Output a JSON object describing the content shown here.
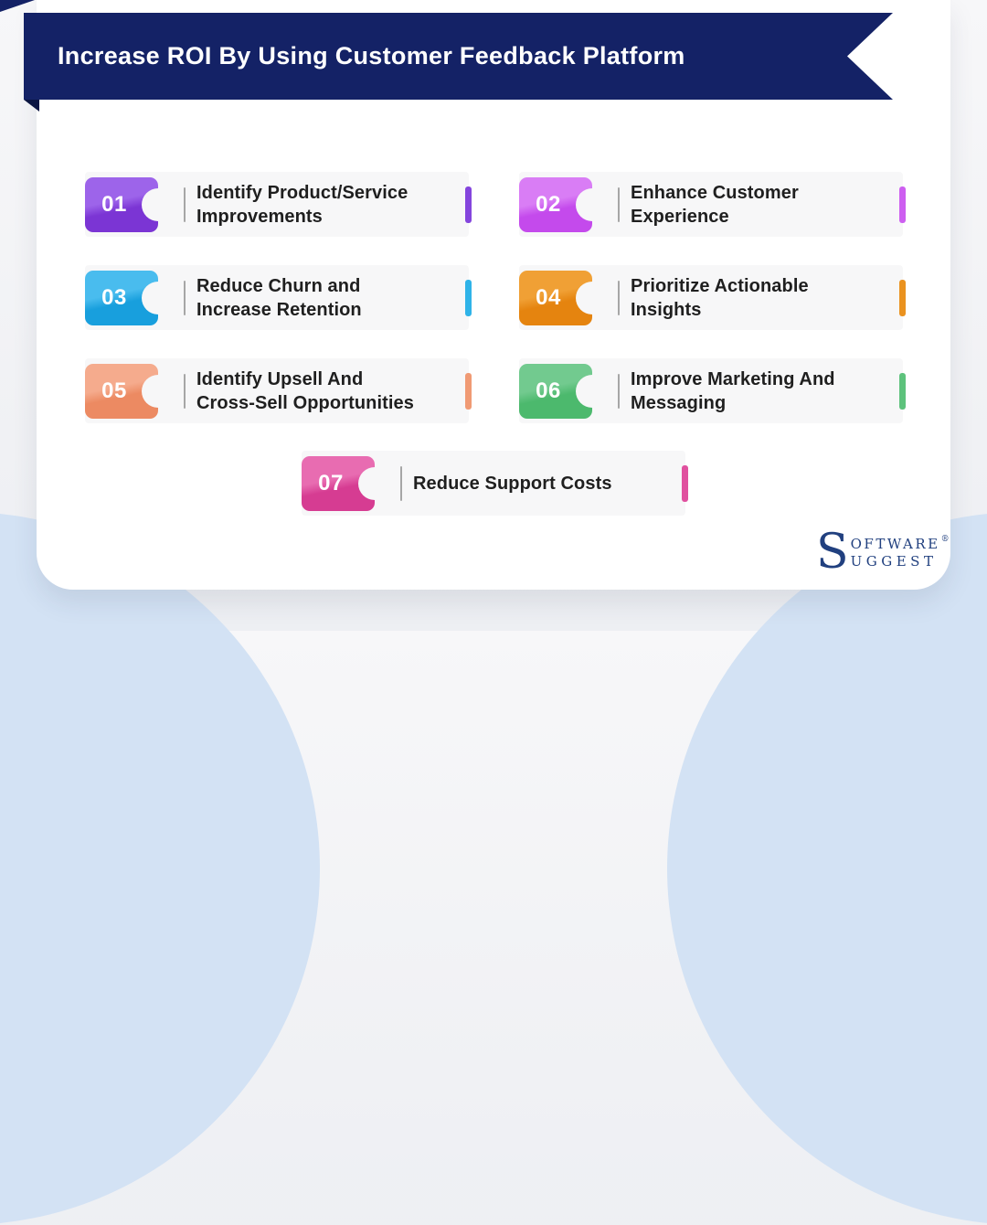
{
  "banner": {
    "title": "Increase ROI By Using Customer Feedback Platform",
    "bg_color": "#142266"
  },
  "cards": [
    {
      "number": "01",
      "label_lines": [
        "Identify Product/Service",
        "Improvements"
      ],
      "colors": {
        "light": "#9d64ea",
        "dark": "#7b35d4",
        "accent": "#8445dd"
      }
    },
    {
      "number": "02",
      "label_lines": [
        "Enhance Customer",
        "Experience"
      ],
      "colors": {
        "light": "#d97df5",
        "dark": "#c44aec",
        "accent": "#cd5ff0"
      }
    },
    {
      "number": "03",
      "label_lines": [
        "Reduce Churn and",
        "Increase Retention"
      ],
      "colors": {
        "light": "#49bcee",
        "dark": "#189fdd",
        "accent": "#2fb3e8"
      }
    },
    {
      "number": "04",
      "label_lines": [
        "Prioritize Actionable",
        "Insights"
      ],
      "colors": {
        "light": "#f0a035",
        "dark": "#e5840f",
        "accent": "#ea921f"
      }
    },
    {
      "number": "05",
      "label_lines": [
        "Identify Upsell And",
        "Cross-Sell Opportunities"
      ],
      "colors": {
        "light": "#f5ab8d",
        "dark": "#ec8a62",
        "accent": "#f09a74"
      }
    },
    {
      "number": "06",
      "label_lines": [
        "Improve Marketing And",
        "Messaging"
      ],
      "colors": {
        "light": "#72ca8f",
        "dark": "#4cb96d",
        "accent": "#5dc27c"
      }
    },
    {
      "number": "07",
      "label_lines": [
        "Reduce Support Costs"
      ],
      "colors": {
        "light": "#e86cb1",
        "dark": "#d63c92",
        "accent": "#e0519f"
      }
    }
  ],
  "logo": {
    "initial": "S",
    "word_top": "OFTWARE",
    "registered": "®",
    "word_bottom": "UGGEST"
  }
}
